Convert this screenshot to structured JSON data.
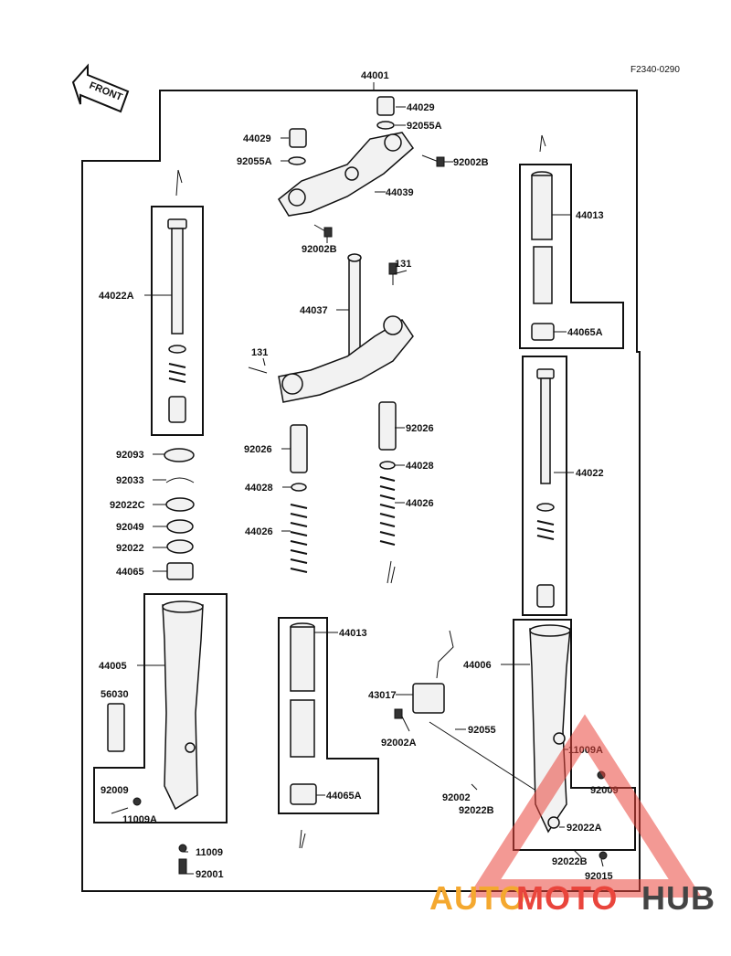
{
  "diagram_code": "F2340-0290",
  "front_label": "FRONT",
  "labels": {
    "l44001": "44001",
    "l44029a": "44029",
    "l92055Aa": "92055A",
    "l44029b": "44029",
    "l92055Ab": "92055A",
    "l92002Ba": "92002B",
    "l44039": "44039",
    "l92002Bb": "92002B",
    "l131a": "131",
    "l44037": "44037",
    "l131b": "131",
    "l44013a": "44013",
    "l44065Aa": "44065A",
    "l44022A": "44022A",
    "l92026a": "92026",
    "l92026b": "92026",
    "l44028a": "44028",
    "l44028b": "44028",
    "l44026a": "44026",
    "l44026b": "44026",
    "l44022": "44022",
    "l92093": "92093",
    "l92033": "92033",
    "l92022C": "92022C",
    "l92049": "92049",
    "l92022": "92022",
    "l44065": "44065",
    "l44005": "44005",
    "l56030": "56030",
    "l92009a": "92009",
    "l11009Aa": "11009A",
    "l11009": "11009",
    "l92001": "92001",
    "l44013b": "44013",
    "l44065Ab": "44065A",
    "l43017": "43017",
    "l92055": "92055",
    "l92002A": "92002A",
    "l92002": "92002",
    "l92022Ba": "92022B",
    "l44006": "44006",
    "l11009Ab": "11009A",
    "l92009b": "92009",
    "l92022A": "92022A",
    "l92022Bb": "92022B",
    "l92015": "92015"
  },
  "watermark": {
    "part1": "AUTO",
    "part2": "MOTO",
    "part3": "HUB"
  },
  "colors": {
    "ink": "#111111",
    "watermark_red": "#e9453c",
    "watermark_orange": "#f4a82f",
    "watermark_gray": "#444444"
  }
}
